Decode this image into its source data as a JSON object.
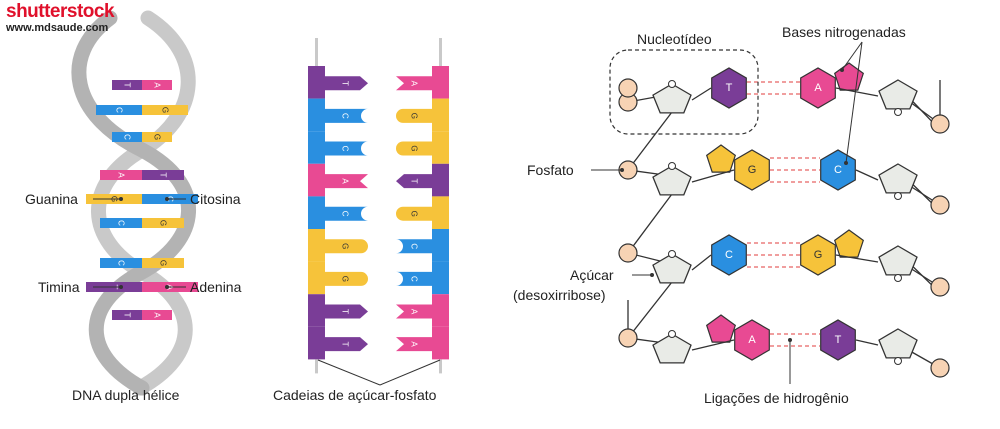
{
  "watermark": {
    "brand": "shutterstock",
    "url": "www.mdsaude.com"
  },
  "colors": {
    "T": "#7a3d97",
    "A": "#e84a93",
    "C": "#2a8fe0",
    "G": "#f6c33a",
    "sugar": "#e9ebe7",
    "phosphate": "#f7d3b4",
    "strand": "#9a9a9a"
  },
  "helix": {
    "caption": "DNA dupla hélice",
    "labels": {
      "guanina": "Guanina",
      "citosina": "Citosina",
      "timina": "Timina",
      "adenina": "Adenina"
    },
    "rungs": [
      [
        "T",
        "A"
      ],
      [
        "C",
        "G"
      ],
      [
        "C",
        "G"
      ],
      [
        "A",
        "T"
      ],
      [
        "G",
        "C"
      ],
      [
        "C",
        "G"
      ],
      [
        "C",
        "G"
      ],
      [
        "T",
        "A"
      ],
      [
        "T",
        "A"
      ]
    ]
  },
  "ladder": {
    "caption": "Cadeias de açúcar-fosfato",
    "pairs": [
      [
        "T",
        "A"
      ],
      [
        "C",
        "G"
      ],
      [
        "C",
        "G"
      ],
      [
        "A",
        "T"
      ],
      [
        "C",
        "G"
      ],
      [
        "G",
        "C"
      ],
      [
        "G",
        "C"
      ],
      [
        "T",
        "A"
      ],
      [
        "T",
        "A"
      ]
    ]
  },
  "structure": {
    "labels": {
      "nucleotide": "Nucleotídeo",
      "bases": "Bases nitrogenadas",
      "phosphate": "Fosfato",
      "sugar_line1": "Açúcar",
      "sugar_line2": "(desoxirribose)",
      "hbonds": "Ligações de hidrogênio"
    },
    "rows": [
      {
        "left": "T",
        "right": "A"
      },
      {
        "left": "G",
        "right": "C"
      },
      {
        "left": "C",
        "right": "G"
      },
      {
        "left": "A",
        "right": "T"
      }
    ]
  }
}
